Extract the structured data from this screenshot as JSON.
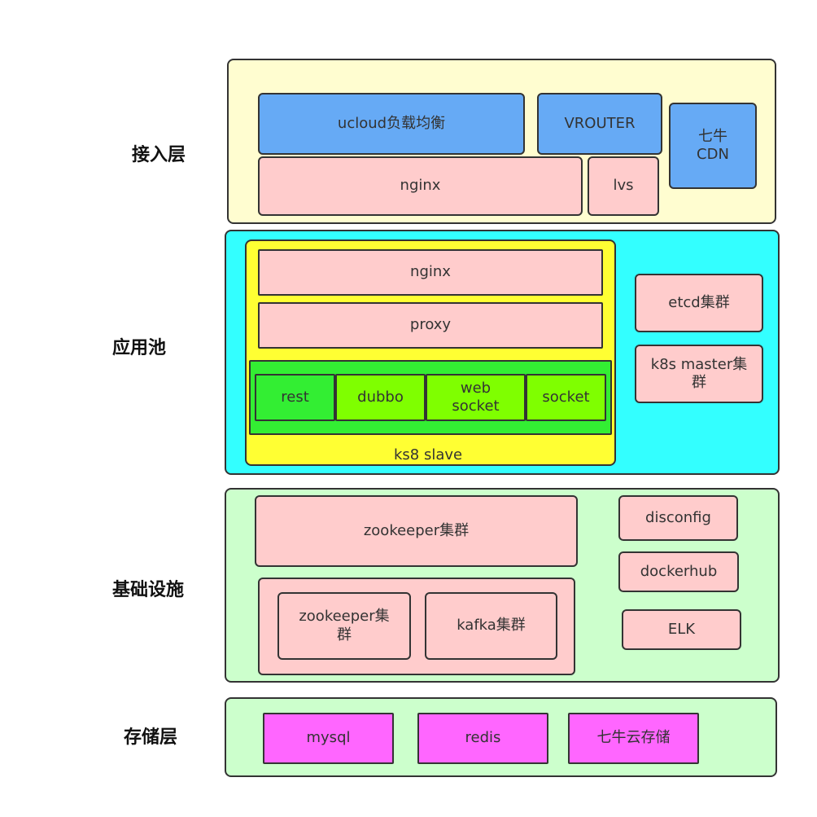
{
  "layers": {
    "access": "接入层",
    "app": "应用池",
    "infra": "基础设施",
    "storage": "存储层"
  },
  "access": {
    "ucloud": "ucloud负载均衡",
    "vrouter": "VROUTER",
    "qiniu_cdn_1": "七牛",
    "qiniu_cdn_2": "CDN",
    "nginx": "nginx",
    "lvs": "lvs"
  },
  "app": {
    "nginx": "nginx",
    "proxy": "proxy",
    "rest": "rest",
    "dubbo": "dubbo",
    "websocket_1": "web",
    "websocket_2": "socket",
    "socket": "socket",
    "slave": "ks8 slave",
    "etcd": "etcd集群",
    "k8s_master_1": "k8s master集",
    "k8s_master_2": "群"
  },
  "infra": {
    "zookeeper_main": "zookeeper集群",
    "zookeeper_sub_1": "zookeeper集",
    "zookeeper_sub_2": "群",
    "kafka": "kafka集群",
    "disconfig": "disconfig",
    "dockerhub": "dockerhub",
    "elk": "ELK"
  },
  "storage": {
    "mysql": "mysql",
    "redis": "redis",
    "qiniu_storage": "七牛云存储"
  },
  "colors": {
    "access_bg": "#fffdd0",
    "app_bg": "#33ffff",
    "infra_bg": "#ccffcc",
    "service_blue": "#66aaf5",
    "service_pink": "#ffcccc",
    "k8s_yellow": "#ffff33",
    "container_green": "#33ee33",
    "app_lime": "#7fff00",
    "storage_magenta": "#ff66ff"
  }
}
